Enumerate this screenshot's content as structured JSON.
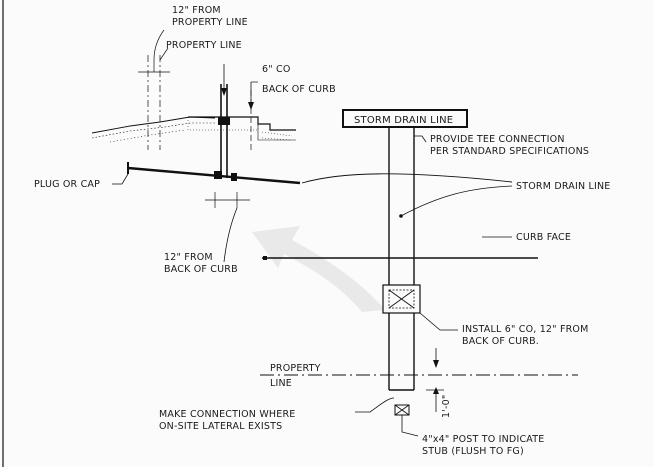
{
  "diagram": {
    "detail": {
      "label_12_from_property_line_1": "12\" FROM",
      "label_12_from_property_line_2": "PROPERTY LINE",
      "label_property_line": "PROPERTY LINE",
      "label_6_co": "6\" CO",
      "label_back_of_curb": "BACK OF CURB",
      "label_plug_or_cap": "PLUG OR CAP",
      "label_12_from_back_of_curb_1": "12\" FROM",
      "label_12_from_back_of_curb_2": "BACK OF CURB"
    },
    "plan": {
      "storm_drain_box": "STORM DRAIN LINE",
      "label_tee_1": "PROVIDE TEE CONNECTION",
      "label_tee_2": "PER STANDARD SPECIFICATIONS",
      "label_storm_drain_line": "STORM DRAIN LINE",
      "label_curb_face": "CURB FACE",
      "label_install_co_1": "INSTALL 6\" CO, 12\" FROM",
      "label_install_co_2": "BACK OF CURB.",
      "label_property_line_1": "PROPERTY",
      "label_property_line_2": "LINE",
      "label_dim": "1'-0\"",
      "label_connection_1": "MAKE CONNECTION WHERE",
      "label_connection_2": "ON-SITE LATERAL EXISTS",
      "label_post_1": "4\"x4\" POST TO INDICATE",
      "label_post_2": "STUB (FLUSH TO FG)"
    }
  }
}
